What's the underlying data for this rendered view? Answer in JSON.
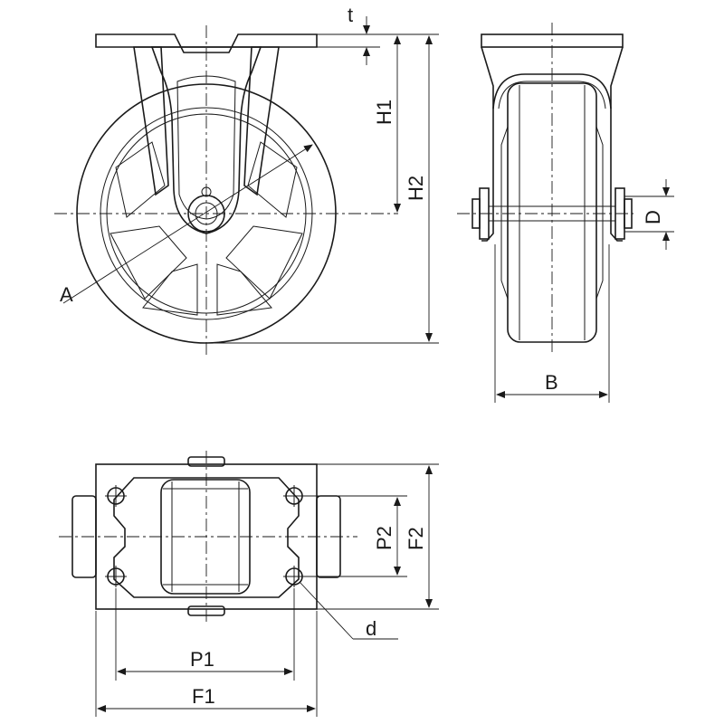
{
  "dimensions": {
    "t": "t",
    "H1": "H1",
    "H2": "H2",
    "A": "A",
    "D": "D",
    "B": "B",
    "P1": "P1",
    "F1": "F1",
    "P2": "P2",
    "F2": "F2",
    "d": "d"
  }
}
